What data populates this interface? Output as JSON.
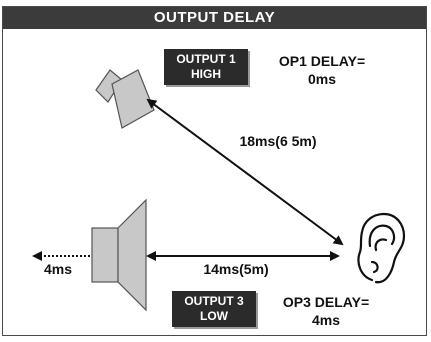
{
  "title": "OUTPUT  DELAY",
  "output1": {
    "line1": "OUTPUT 1",
    "line2": "HIGH"
  },
  "op1_delay": {
    "line1": "OP1 DELAY=",
    "line2": "0ms"
  },
  "path_high": "18ms(6 5m)",
  "output3": {
    "line1": "OUTPUT 3",
    "line2": "LOW"
  },
  "op3_delay": {
    "line1": "OP3 DELAY=",
    "line2": "4ms"
  },
  "path_low": "14ms(5m)",
  "extra_delay": "4ms",
  "colors": {
    "title_bg": "#3b3b3b",
    "badge_bg": "#2b2b2b",
    "speaker_fill": "#c8c8c8",
    "ink": "#111111"
  },
  "icons": [
    "horn-speaker-icon",
    "woofer-speaker-icon",
    "ear-icon"
  ]
}
